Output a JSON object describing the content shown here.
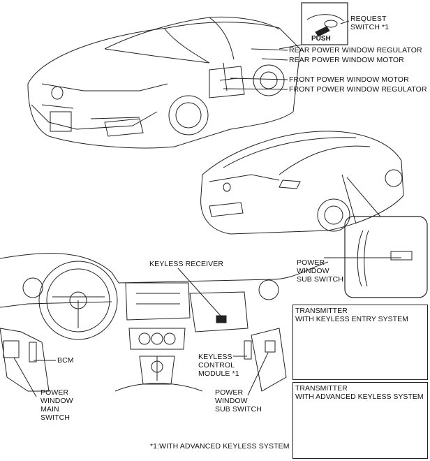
{
  "labels": {
    "request_switch": "REQUEST\nSWITCH *1",
    "push": "PUSH",
    "rear_regulator": "REAR POWER WINDOW REGULATOR",
    "rear_motor": "REAR POWER WINDOW MOTOR",
    "front_motor": "FRONT POWER WINDOW MOTOR",
    "front_regulator": "FRONT POWER WINDOW REGULATOR",
    "rear_sub_switch": "POWER\nWINDOW\nSUB SWITCH",
    "keyless_receiver": "KEYLESS RECEIVER",
    "keyless_module": "KEYLESS\nCONTROL\nMODULE *1",
    "bcm": "BCM",
    "main_switch": "POWER\nWINDOW\nMAIN\nSWITCH",
    "front_sub_switch": "POWER\nWINDOW\nSUB SWITCH",
    "transmitter_keyless_entry": "TRANSMITTER\nWITH KEYLESS ENTRY SYSTEM",
    "transmitter_advanced": "TRANSMITTER\nWITH ADVANCED KEYLESS SYSTEM",
    "footnote": "*1:WITH ADVANCED KEYLESS SYSTEM"
  }
}
